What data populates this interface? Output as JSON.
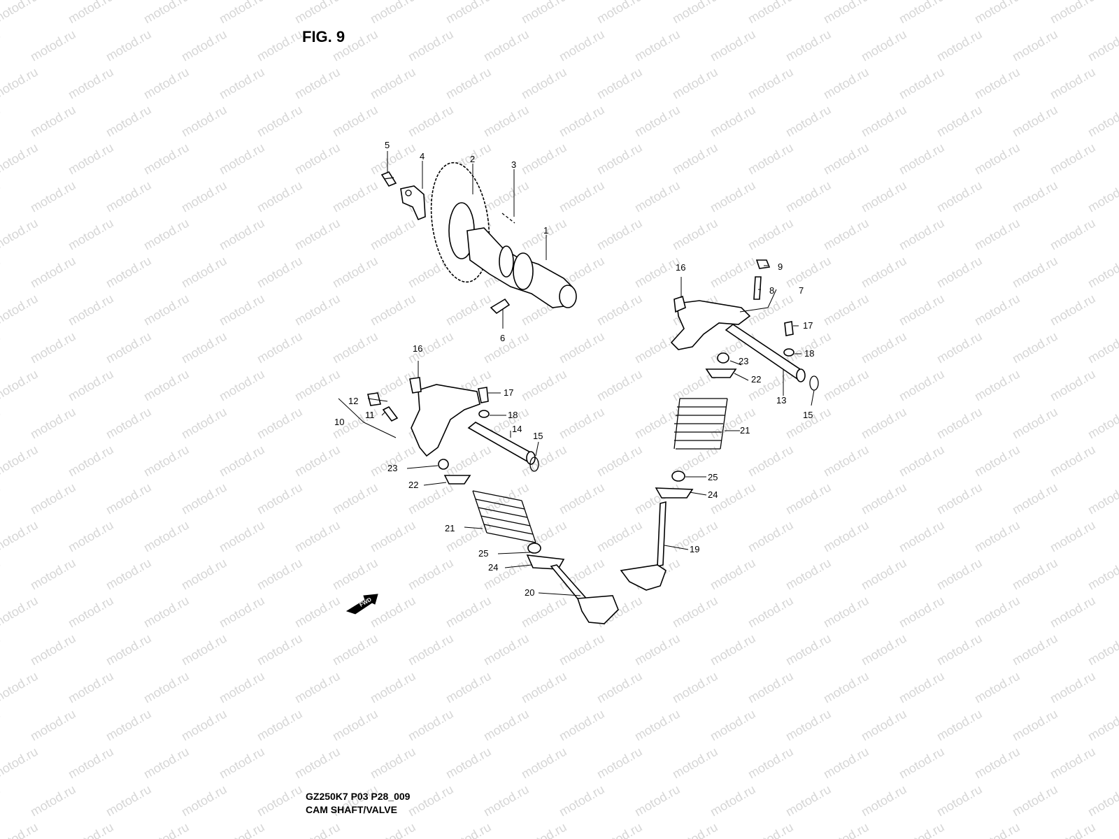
{
  "figure_title": "FIG. 9",
  "footer": {
    "model_code": "GZ250K7 P03 P28_009",
    "section_name": "CAM SHAFT/VALVE"
  },
  "watermark_text": "motod.ru",
  "fwd_label": "FWD",
  "callouts": {
    "c1": "1",
    "c2": "2",
    "c3": "3",
    "c4": "4",
    "c5": "5",
    "c6": "6",
    "c7": "7",
    "c8": "8",
    "c9": "9",
    "c10": "10",
    "c11": "11",
    "c12": "12",
    "c13": "13",
    "c14": "14",
    "c15a": "15",
    "c15b": "15",
    "c16a": "16",
    "c16b": "16",
    "c17a": "17",
    "c17b": "17",
    "c18a": "18",
    "c18b": "18",
    "c19": "19",
    "c20": "20",
    "c21a": "21",
    "c21b": "21",
    "c22a": "22",
    "c22b": "22",
    "c23a": "23",
    "c23b": "23",
    "c24a": "24",
    "c24b": "24",
    "c25a": "25",
    "c25b": "25"
  },
  "colors": {
    "ink": "#000000",
    "watermark": "#d6d6d6",
    "background": "#ffffff"
  }
}
